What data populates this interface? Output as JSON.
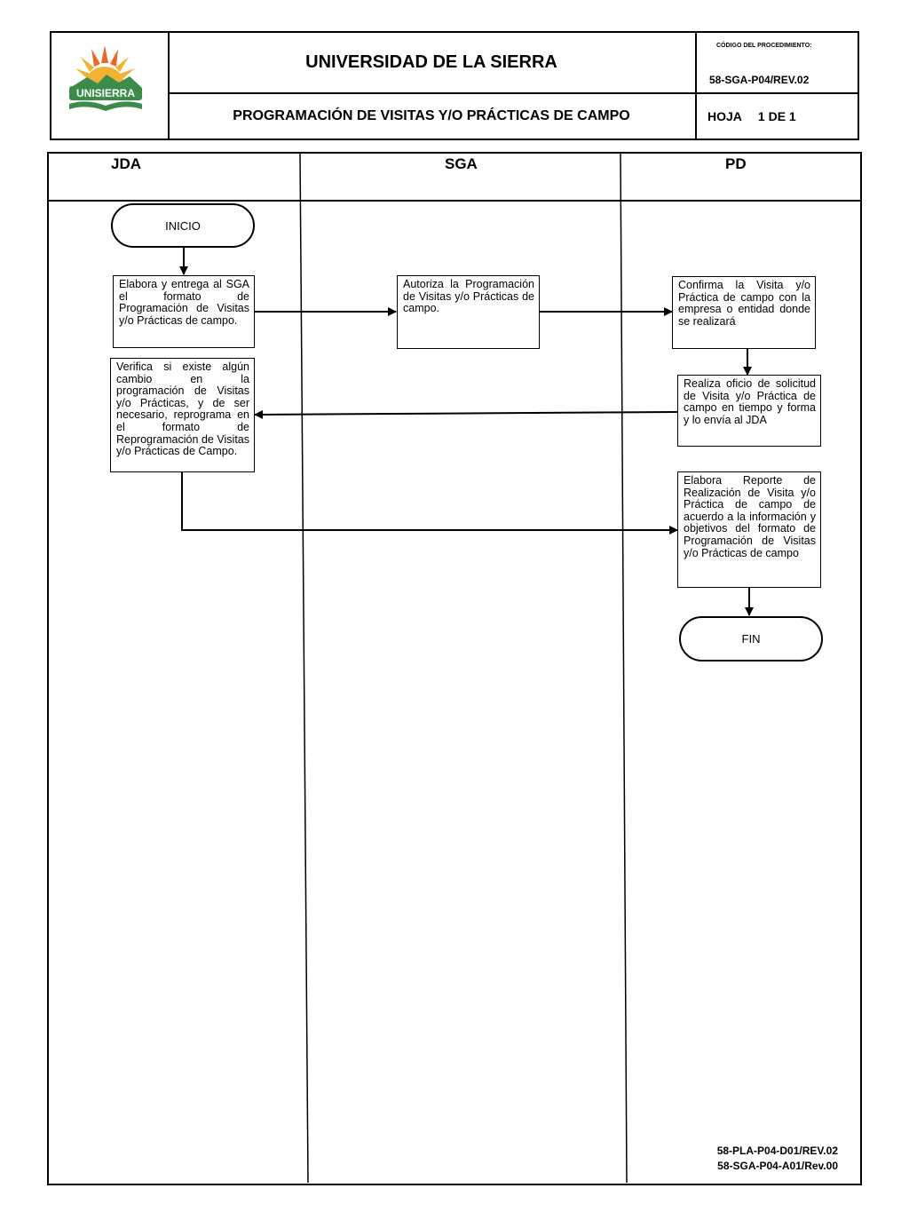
{
  "header": {
    "logo_text": "UNISIERRA",
    "institution": "UNIVERSIDAD DE LA SIERRA",
    "procedure_title": "PROGRAMACIÓN DE VISITAS Y/O PRÁCTICAS DE CAMPO",
    "code_label": "CÓDIGO DEL PROCEDIMIENTO:",
    "code_value": "58-SGA-P04/REV.02",
    "sheet_label": "HOJA",
    "sheet_value": "1 DE 1"
  },
  "lanes": [
    "JDA",
    "SGA",
    "PD"
  ],
  "nodes": {
    "start": "INICIO",
    "jda_step1": "Elabora y entrega al SGA el formato de Programación de Visitas y/o Prácticas de campo.",
    "sga_step1": "Autoriza la Programación de Visitas y/o Prácticas de campo.",
    "pd_step1": "Confirma la Visita y/o Práctica de campo con la empresa o entidad donde se realizará",
    "pd_step2": "Realiza oficio de solicitud de Visita y/o Práctica de campo en tiempo y forma y lo envía al JDA",
    "jda_step2": "Verifica si existe algún cambio en la programación de Visitas y/o Prácticas, y de ser necesario, reprograma en el formato de Reprogramación de Visitas y/o Prácticas de Campo.",
    "pd_step3": "Elabora Reporte de Realización de Visita y/o Práctica de campo de acuerdo a la información y objetivos del formato de Programación de Visitas y/o Prácticas de campo",
    "end": "FIN"
  },
  "footer": {
    "doc_code_1": "58-PLA-P04-D01/REV.02",
    "doc_code_2": "58-SGA-P04-A01/Rev.00"
  },
  "colors": {
    "logo_orange": "#e8692a",
    "logo_yellow": "#f2b233",
    "logo_green": "#3d8b4a"
  }
}
